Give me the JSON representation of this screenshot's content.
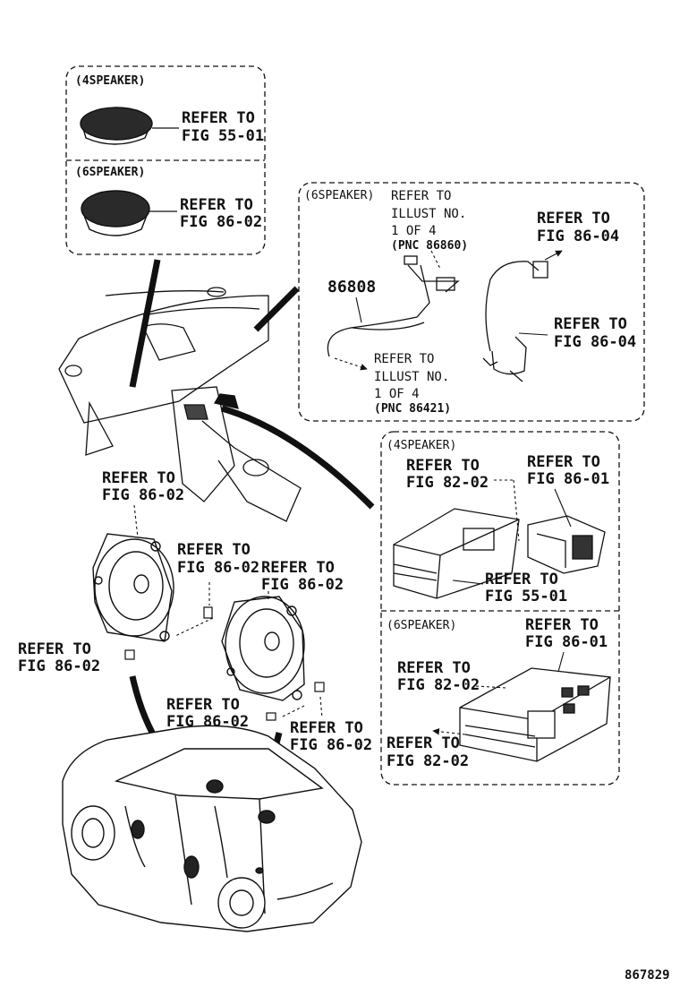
{
  "boxes": {
    "tweeter": {
      "label_4speaker": "(4SPEAKER)",
      "label_6speaker": "(6SPEAKER)"
    },
    "harness": {
      "label": "(6SPEAKER)"
    },
    "switch": {
      "label_4speaker": "(4SPEAKER)",
      "label_6speaker": "(6SPEAKER)"
    }
  },
  "callouts": {
    "tw4_a": "REFER TO",
    "tw4_b": "FIG 55-01",
    "tw6_a": "REFER TO",
    "tw6_b": "FIG 86-02",
    "h_illust1_a": "REFER TO",
    "h_illust1_b": "ILLUST NO.",
    "h_illust1_c": "1 OF 4",
    "h_illust1_d": "(PNC 86860)",
    "h_fig8604a_a": "REFER TO",
    "h_fig8604a_b": "FIG 86-04",
    "h_fig8604b_a": "REFER TO",
    "h_fig8604b_b": "FIG 86-04",
    "h_illust2_a": "REFER TO",
    "h_illust2_b": "ILLUST NO.",
    "h_illust2_c": "1 OF 4",
    "h_illust2_d": "(PNC 86421)",
    "sw4_l_a": "REFER TO",
    "sw4_l_b": "FIG 82-02",
    "sw4_r_a": "REFER TO",
    "sw4_r_b": "FIG 86-01",
    "sw4_b_a": "REFER TO",
    "sw4_b_b": "FIG 55-01",
    "sw6_tr_a": "REFER TO",
    "sw6_tr_b": "FIG 86-01",
    "sw6_l_a": "REFER TO",
    "sw6_l_b": "FIG 82-02",
    "sw6_b_a": "REFER TO",
    "sw6_b_b": "FIG 82-02",
    "sp1_top_a": "REFER TO",
    "sp1_top_b": "FIG 86-02",
    "sp1_bolt_a": "REFER TO",
    "sp1_bolt_b": "FIG 86-02",
    "sp2_top_a": "REFER TO",
    "sp2_top_b": "FIG 86-02",
    "sp1_left_a": "REFER TO",
    "sp1_left_b": "FIG 86-02",
    "sp2_bl_a": "REFER TO",
    "sp2_bl_b": "FIG 86-02",
    "sp2_br_a": "REFER TO",
    "sp2_br_b": "FIG 86-02"
  },
  "part_number": "86808",
  "illustration_number": "867829"
}
